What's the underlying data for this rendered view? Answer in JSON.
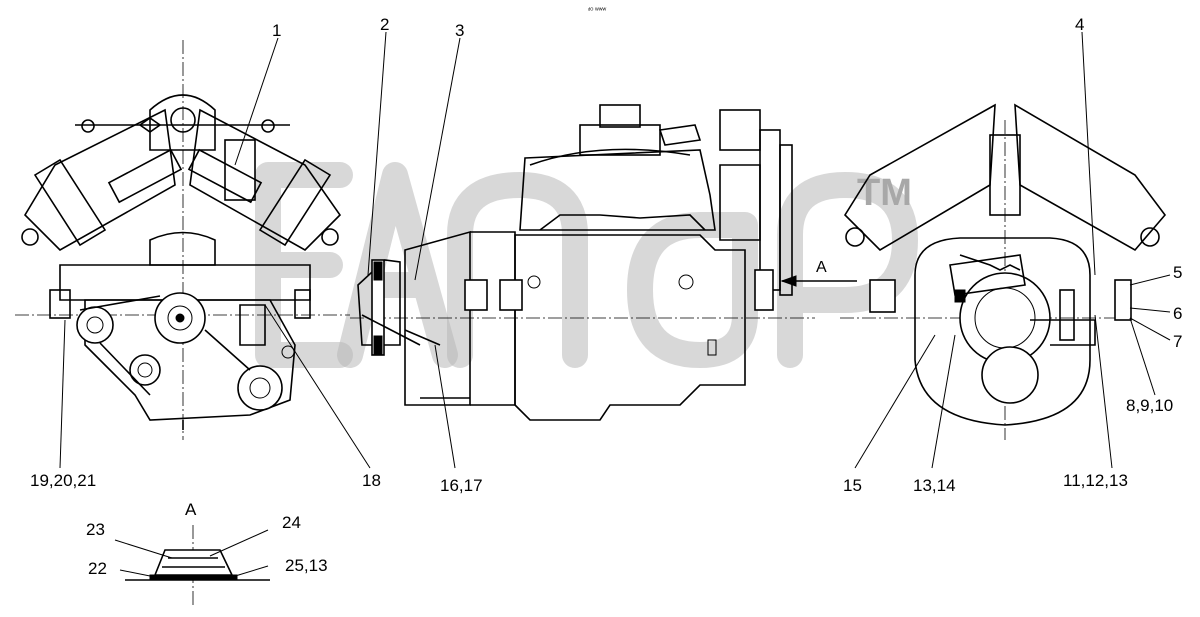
{
  "top_caption": "ᵈᴼ ᵂᵂᵂ",
  "watermark_tm": "TM",
  "view_label": "A",
  "detail_title": "A",
  "callouts": {
    "c1": "1",
    "c2": "2",
    "c3": "3",
    "c4": "4",
    "c5": "5",
    "c6": "6",
    "c7": "7",
    "c8": "8,9,10",
    "c11": "11,12,13",
    "c13": "13,14",
    "c15": "15",
    "c16": "16,17",
    "c18": "18",
    "c19": "19,20,21",
    "c22": "22",
    "c23": "23",
    "c24": "24",
    "c25": "25,13"
  }
}
